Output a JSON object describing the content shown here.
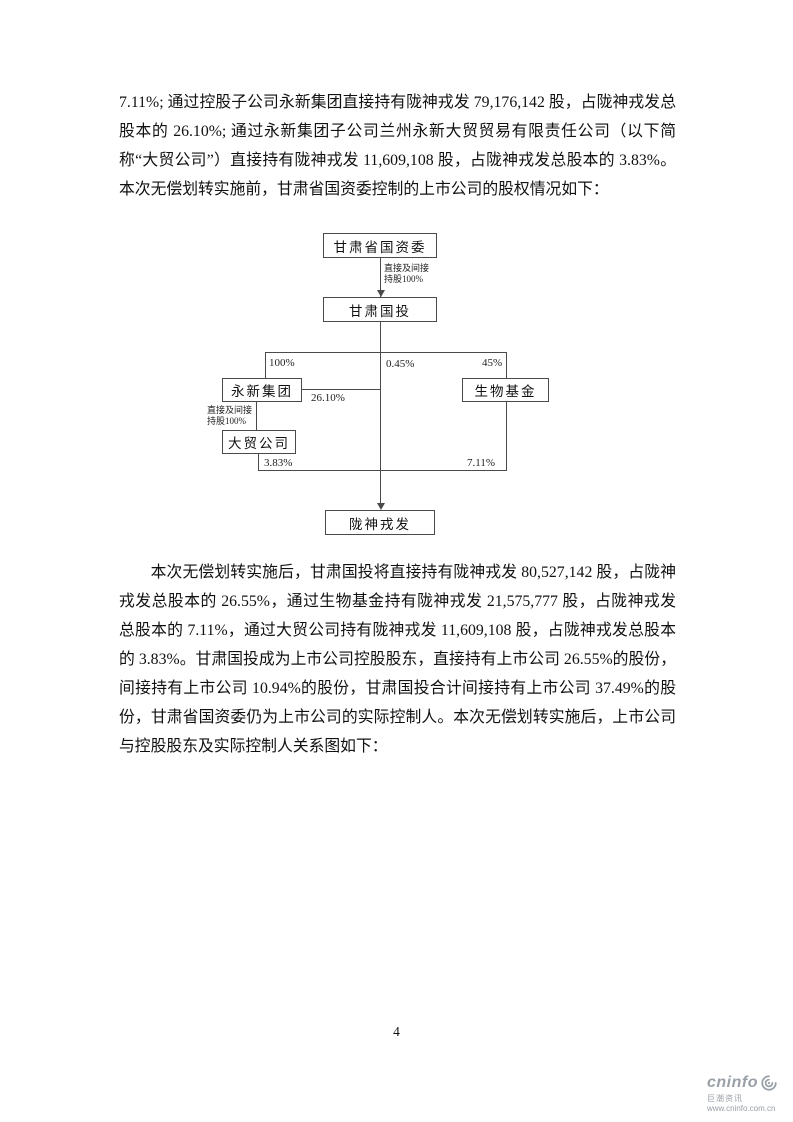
{
  "document": {
    "para_before": "7.11%; 通过控股子公司永新集团直接持有陇神戎发 79,176,142 股，占陇神戎发总股本的 26.10%; 通过永新集团子公司兰州永新大贸贸易有限责任公司（以下简称“大贸公司”）直接持有陇神戎发 11,609,108 股，占陇神戎发总股本的 3.83%。本次无偿划转实施前，甘肃省国资委控制的上市公司的股权情况如下：",
    "para_after": "本次无偿划转实施后，甘肃国投将直接持有陇神戎发 80,527,142 股，占陇神戎发总股本的 26.55%，通过生物基金持有陇神戎发 21,575,777 股，占陇神戎发总股本的 7.11%，通过大贸公司持有陇神戎发 11,609,108 股，占陇神戎发总股本的 3.83%。甘肃国投成为上市公司控股股东，直接持有上市公司 26.55%的股份，间接持有上市公司 10.94%的股份，甘肃国投合计间接持有上市公司 37.49%的股份，甘肃省国资委仍为上市公司的实际控制人。本次无偿划转实施后，上市公司与控股股东及实际控制人关系图如下：",
    "page_number": "4"
  },
  "diagram": {
    "nodes": {
      "sasac": "甘肃省国资委",
      "guotou": "甘肃国投",
      "yongxin": "永新集团",
      "biofund": "生物基金",
      "damao": "大贸公司",
      "longshen": "陇神戎发"
    },
    "labels": {
      "holding_top": "直接及间接\n持股100%",
      "pct_yongxin": "100%",
      "pct_direct": "0.45%",
      "pct_biofund": "45%",
      "pct_yongxin_hold": "26.10%",
      "holding_mid": "直接及间接\n持股100%",
      "pct_damao_hold": "3.83%",
      "pct_biofund_hold": "7.11%"
    }
  },
  "footer": {
    "logo_text": "cninfo",
    "logo_tagline": "巨潮资讯",
    "logo_url": "www.cninfo.com.cn"
  }
}
